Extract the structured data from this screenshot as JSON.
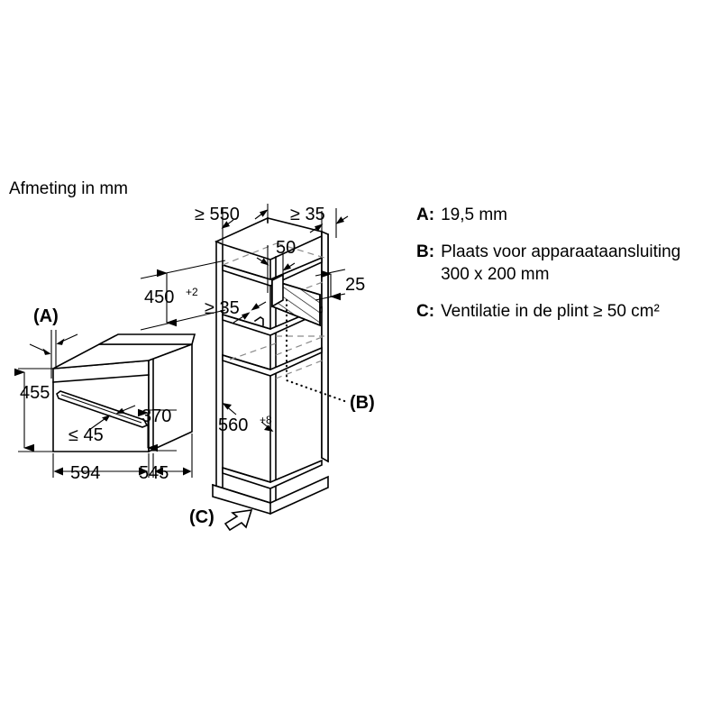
{
  "page": {
    "title": "Afmeting in mm",
    "units": "mm"
  },
  "legend": [
    {
      "key": "A:",
      "value": "19,5 mm"
    },
    {
      "key": "B:",
      "value": "Plaats voor apparaataansluiting\n300 x 200 mm"
    },
    {
      "key": "C:",
      "value": "Ventilatie in de plint ≥ 50 cm²"
    }
  ],
  "appliance": {
    "name": "built-in-oven",
    "callout": "(A)",
    "dimensions": {
      "height": "455",
      "body_height": "370",
      "width": "594",
      "depth": "545",
      "door_gap": "≤ 45"
    }
  },
  "cabinet": {
    "name": "installation-niche",
    "callout_b": "(B)",
    "callout_c": "(C)",
    "dimensions": {
      "depth_min": "≥ 550",
      "top_gap_min": "≥ 35",
      "rear_offset": "50",
      "niche_height": "450",
      "niche_height_tolerance": "+2",
      "shelf_gap_min": "≥ 35",
      "connection_height": "25",
      "niche_width": "560",
      "niche_width_tolerance": "+8"
    }
  }
}
